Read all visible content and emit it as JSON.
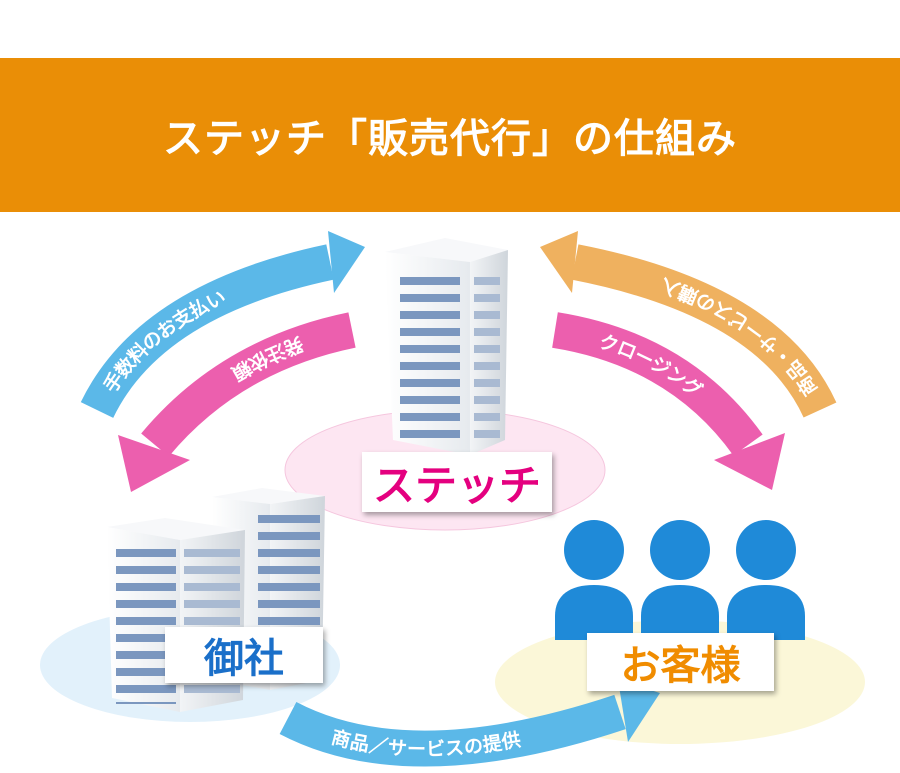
{
  "title": "ステッチ「販売代行」の仕組み",
  "colors": {
    "banner": "#ea8e06",
    "blue_arrow": "#5bb8e8",
    "pink_arrow": "#ec5fae",
    "orange_arrow": "#efb15f",
    "stech_text": "#e4007f",
    "client_text": "#1a6fc9",
    "customer_text": "#f08c00",
    "person_icon": "#1f8ad8"
  },
  "nodes": {
    "stech": "ステッチ",
    "client": "御社",
    "customer": "お客様"
  },
  "arrows": {
    "fee_payment": "手数料のお支払い",
    "order_request": "発注依頼",
    "purchase": "商品・サービスの購入",
    "closing": "クロージング",
    "provision": "商品／サービスの提供"
  },
  "icons": {
    "stech": "office-building-icon",
    "client": "office-buildings-icon",
    "customer": "people-group-icon"
  }
}
